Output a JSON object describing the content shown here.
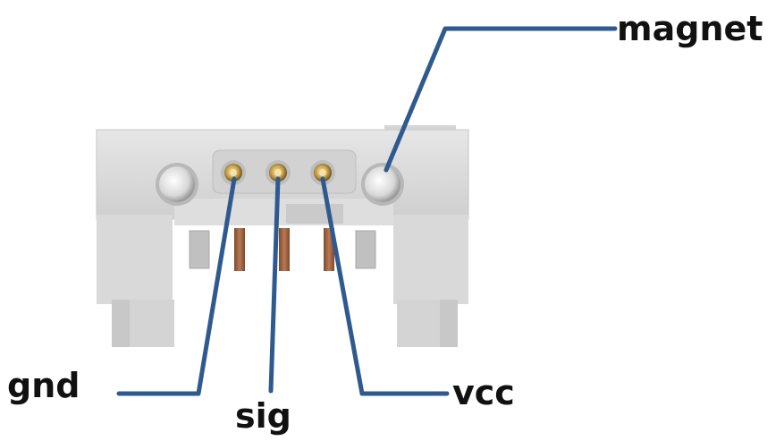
{
  "labels": {
    "magnet": "magnet",
    "gnd": "gnd",
    "sig": "sig",
    "vcc": "vcc"
  },
  "colors": {
    "housing": "#dcdcdc",
    "housing_shadow": "#c4c4c4",
    "leader_line": "#2f5a90",
    "pin_gold": "#c9a24a",
    "lead_copper": "#a5653f",
    "background": "#ffffff"
  }
}
